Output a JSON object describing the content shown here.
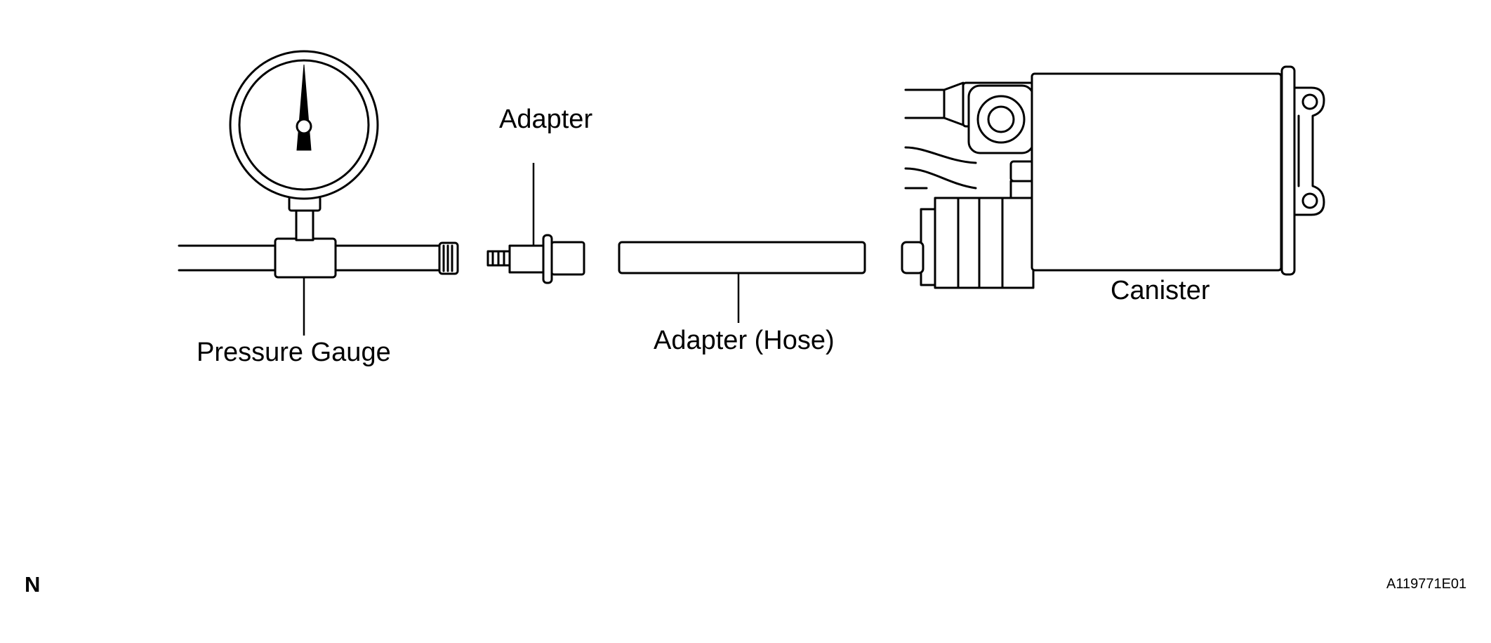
{
  "labels": {
    "pressure_gauge": "Pressure Gauge",
    "adapter": "Adapter",
    "adapter_hose": "Adapter (Hose)",
    "canister": "Canister"
  },
  "corner_mark": "N",
  "figure_id": "A119771E01",
  "colors": {
    "line": "#000000",
    "background": "#ffffff"
  }
}
